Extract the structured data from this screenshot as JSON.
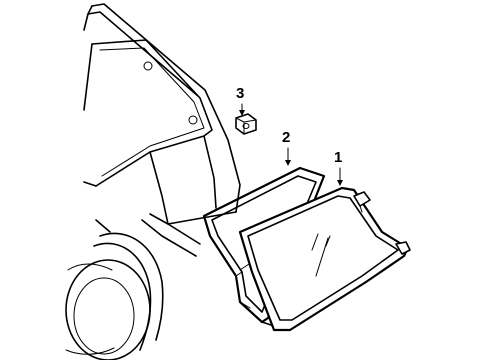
{
  "callouts": [
    {
      "number": "1",
      "part": "quarter-window-glass"
    },
    {
      "number": "2",
      "part": "window-seal"
    },
    {
      "number": "3",
      "part": "fastener-nut"
    }
  ],
  "colors": {
    "background": "#ffffff",
    "line": "#000000"
  }
}
